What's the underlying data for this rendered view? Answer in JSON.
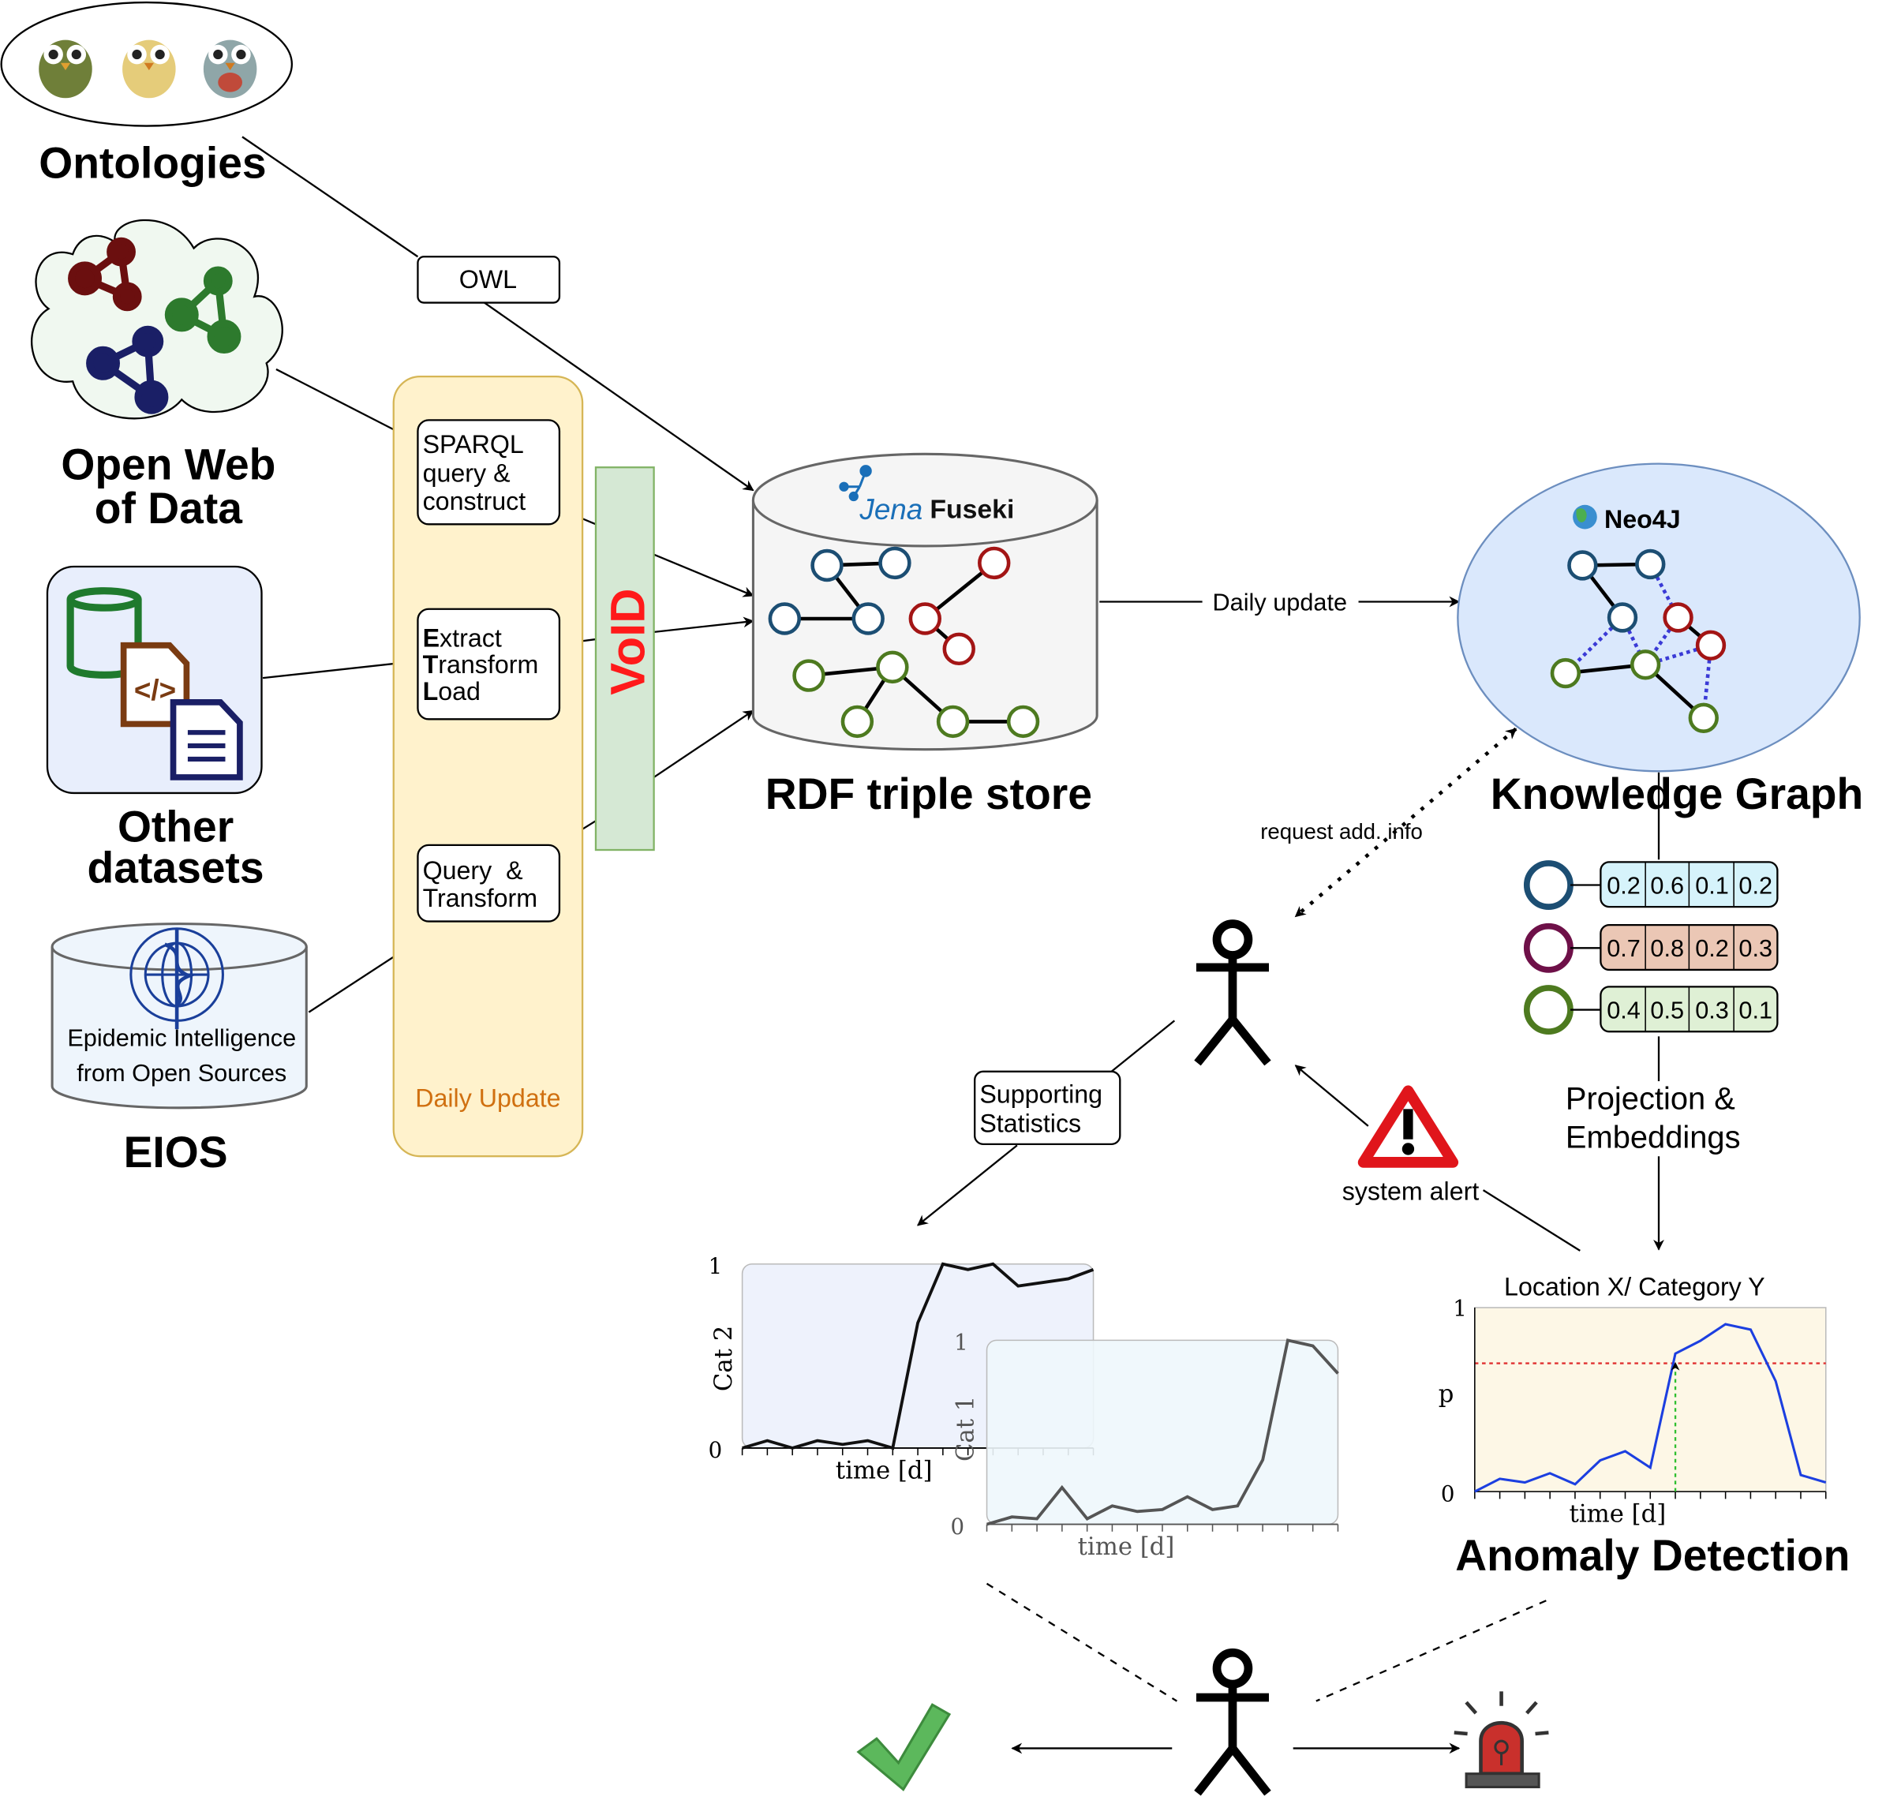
{
  "sources": {
    "ontologies": "Ontologies",
    "open_web_line1": "Open Web",
    "open_web_line2": "of Data",
    "other_line1": "Other",
    "other_line2": "datasets",
    "eios": "EIOS",
    "eios_db_line1": "Epidemic Intelligence",
    "eios_db_line2": "from Open Sources"
  },
  "pipeline": {
    "owl": "OWL",
    "sparql_line1": "SPARQL",
    "sparql_line2": "query &",
    "sparql_line3": "construct",
    "etl_E": "E",
    "etl_E_rest": "xtract",
    "etl_T": "T",
    "etl_T_rest": "ransform",
    "etl_L": "L",
    "etl_L_rest": "oad",
    "qt_line1": "Query  &",
    "qt_line2": "Transform",
    "daily_update": "Daily Update",
    "void": "VoID"
  },
  "store": {
    "jena": "Jena",
    "fuseki": "Fuseki",
    "caption": "RDF triple store"
  },
  "links": {
    "daily_update": "Daily update",
    "request": "request add. info",
    "supporting_line1": "Supporting",
    "supporting_line2": "Statistics",
    "system_alert": "system alert",
    "projection_line1": "Projection &",
    "projection_line2": "Embeddings"
  },
  "kg": {
    "logo": "Neo4J",
    "caption": "Knowledge Graph",
    "embeddings": [
      {
        "color": "#1c4e73",
        "fill": "#d6f3fb",
        "values": [
          "0.2",
          "0.6",
          "0.1",
          "0.2"
        ]
      },
      {
        "color": "#6e1048",
        "fill": "#ebc7b5",
        "values": [
          "0.7",
          "0.8",
          "0.2",
          "0.3"
        ]
      },
      {
        "color": "#4d7a1f",
        "fill": "#dff0d5",
        "values": [
          "0.4",
          "0.5",
          "0.3",
          "0.1"
        ]
      }
    ]
  },
  "anomaly": {
    "title": "Location X/ Category Y",
    "caption": "Anomaly Detection",
    "y_top": "1",
    "y_bottom": "0",
    "ylabel": "p",
    "xlabel": "time [d]"
  },
  "stats": {
    "cat2_label": "Cat 2",
    "cat1_label": "Cat 1",
    "y_top": "1",
    "y_bottom": "0",
    "xlabel": "time [d]"
  },
  "chart_data": [
    {
      "type": "line",
      "title": "Location X/ Category Y",
      "xlabel": "time [d]",
      "ylabel": "p",
      "ylim": [
        0,
        1
      ],
      "x": [
        0,
        1,
        2,
        3,
        4,
        5,
        6,
        7,
        8,
        9,
        10,
        11,
        12,
        13,
        14
      ],
      "series": [
        {
          "values": [
            0.0,
            0.07,
            0.05,
            0.1,
            0.04,
            0.17,
            0.22,
            0.13,
            0.75,
            0.82,
            0.91,
            0.88,
            0.6,
            0.09,
            0.05
          ]
        }
      ],
      "threshold": 0.7
    },
    {
      "type": "line",
      "xlabel": "time [d]",
      "ylabel": "Cat 2",
      "ylim": [
        0,
        1
      ],
      "x": [
        0,
        1,
        2,
        3,
        4,
        5,
        6,
        7,
        8,
        9,
        10,
        11,
        12,
        13,
        14
      ],
      "series": [
        {
          "values": [
            0.0,
            0.04,
            0.0,
            0.04,
            0.02,
            0.04,
            0.0,
            0.68,
            1.0,
            0.97,
            1.0,
            0.88,
            0.9,
            0.92,
            0.97
          ]
        }
      ]
    },
    {
      "type": "line",
      "xlabel": "time [d]",
      "ylabel": "Cat 1",
      "ylim": [
        0,
        1
      ],
      "x": [
        0,
        1,
        2,
        3,
        4,
        5,
        6,
        7,
        8,
        9,
        10,
        11,
        12,
        13,
        14
      ],
      "series": [
        {
          "values": [
            0.0,
            0.04,
            0.03,
            0.2,
            0.03,
            0.1,
            0.07,
            0.08,
            0.15,
            0.08,
            0.1,
            0.35,
            1.0,
            0.97,
            0.82
          ]
        }
      ]
    }
  ]
}
